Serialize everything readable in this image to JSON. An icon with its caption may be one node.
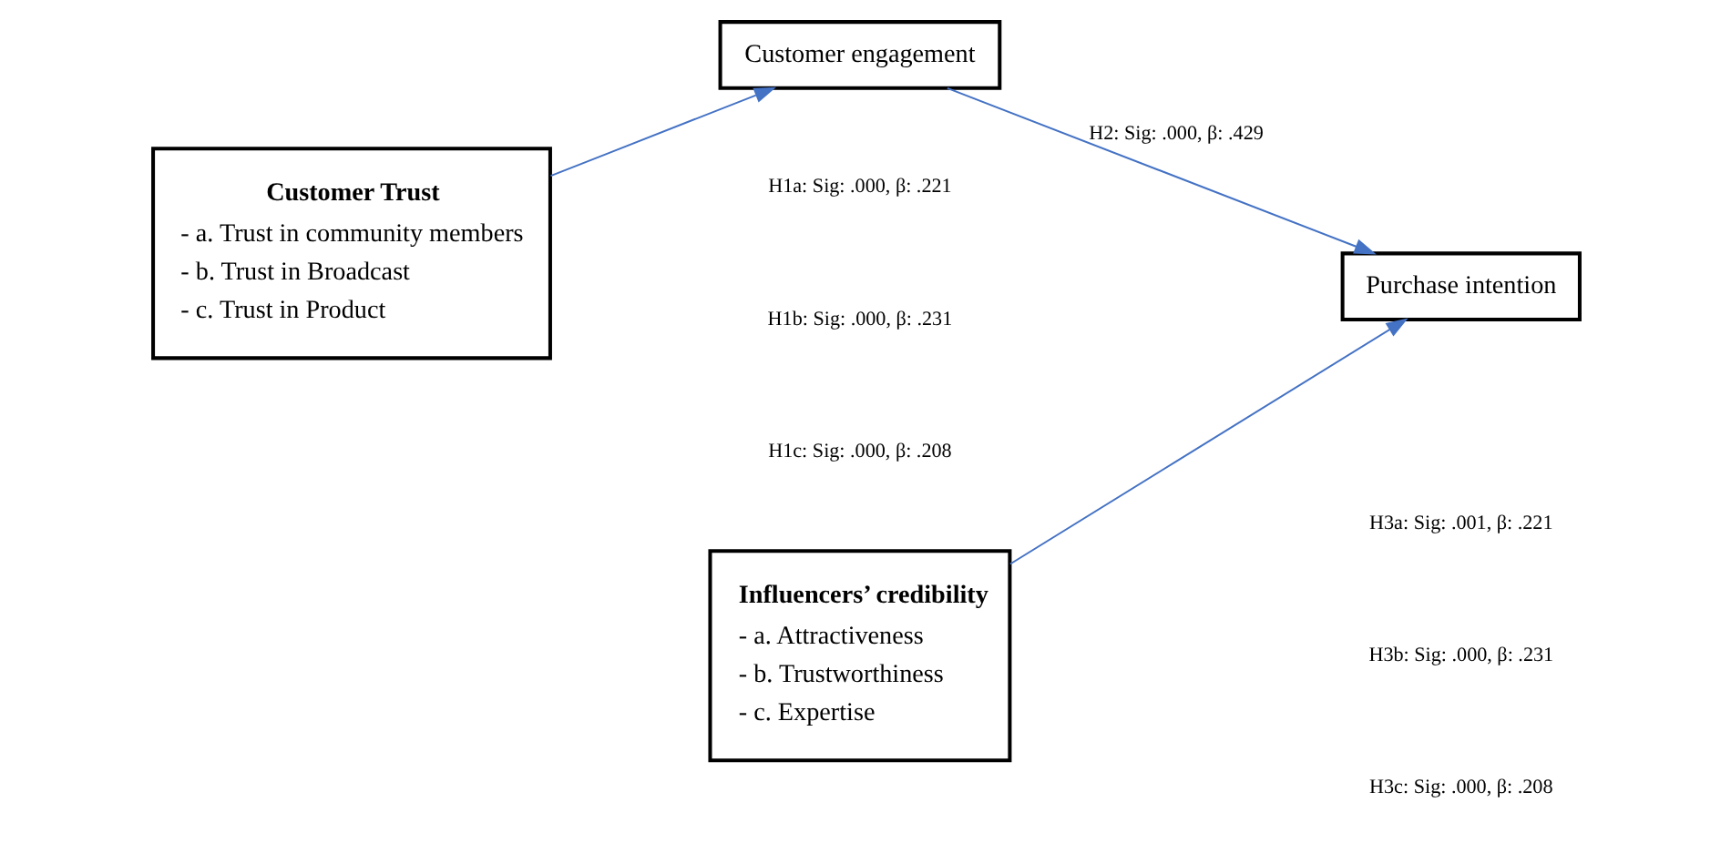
{
  "diagram": {
    "nodes": [
      {
        "text": [
          "Customer Trust",
          "- a. Trust in community members",
          "- b. Trust in Broadcast",
          "- c. Trust in Product"
        ]
      },
      {
        "text": [
          "Influencers’ credibility",
          "- a. Attractiveness",
          "- b. Trustworthiness",
          "- c. Expertise"
        ]
      },
      {
        "text": [
          "Customer engagement"
        ]
      },
      {
        "text": [
          "Purchase intention"
        ]
      }
    ],
    "edges": [
      {
        "from": 0,
        "to": 2,
        "arrow": "to",
        "color": "#4472c4"
      },
      {
        "from": 2,
        "to": 3,
        "arrow": "to",
        "label": "H2: Sig: .000, β: .429",
        "color": "#4472c4"
      },
      {
        "from": 1,
        "to": 3,
        "arrow": "to",
        "color": "#4472c4"
      }
    ],
    "labels": [
      "H1a: Sig: .000, β: .221",
      "H1b: Sig: .000, β: .231",
      "H1c: Sig: .000, β: .208",
      "H3a: Sig: .001, β: .221",
      "H3b: Sig: .000, β: .231",
      "H3c: Sig: .000, β: .208"
    ]
  }
}
